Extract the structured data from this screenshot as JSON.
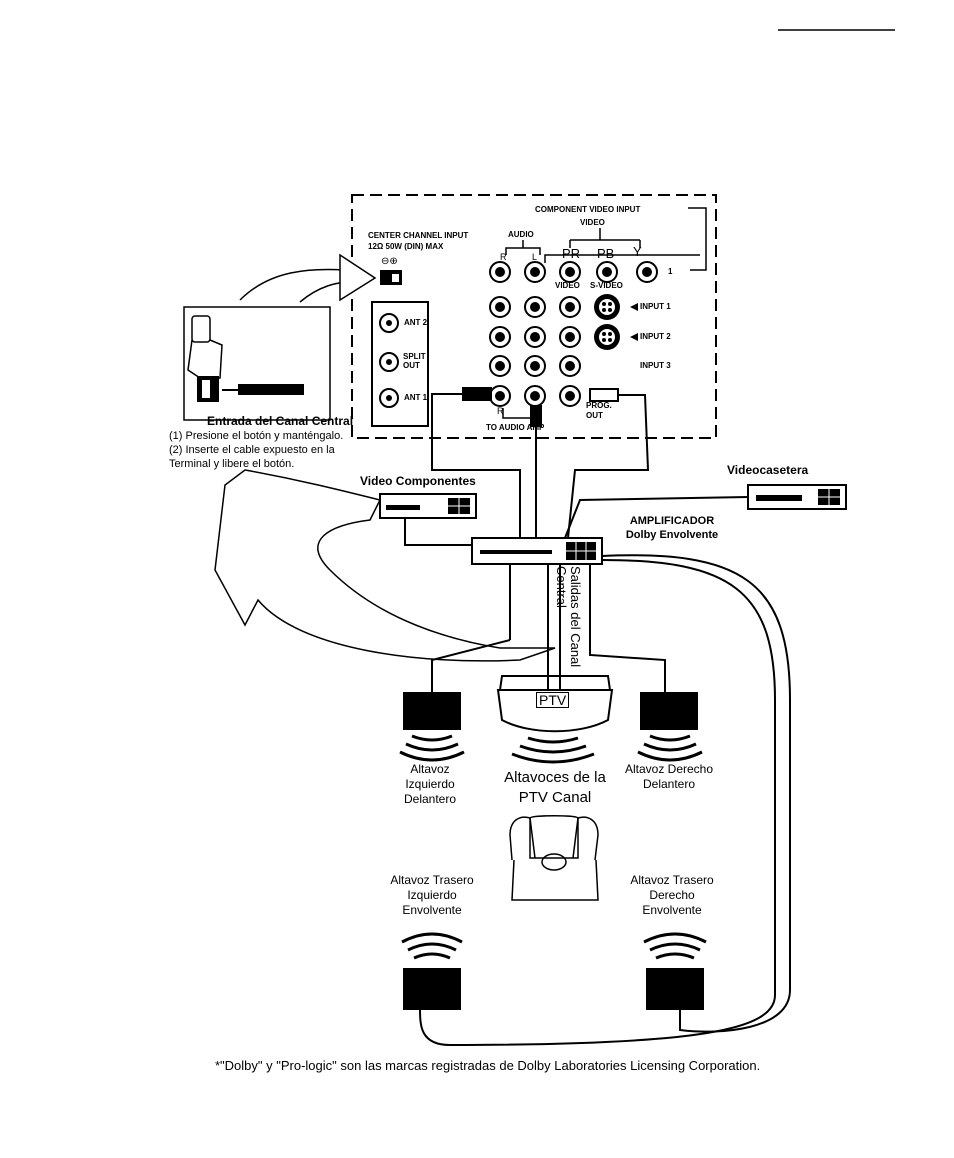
{
  "panel": {
    "component_video_input": "COMPONENT VIDEO INPUT",
    "video": "VIDEO",
    "audio": "AUDIO",
    "center_channel_input": "CENTER CHANNEL INPUT",
    "center_channel_spec": "12Ω  50W  (DIN) MAX",
    "polarity": "⊖⊕",
    "pr": "PR",
    "pb": "PB",
    "y": "Y",
    "r": "R",
    "l": "L",
    "one": "1",
    "video_jack": "VIDEO",
    "s_video": "S-VIDEO",
    "input1": "INPUT 1",
    "input2": "INPUT 2",
    "input3": "INPUT 3",
    "ant2": "ANT 2",
    "split_out": "SPLIT OUT",
    "ant1": "ANT 1",
    "prog_out": "PROG. OUT",
    "to_audio_amp": "TO AUDIO AMP",
    "r_bottom": "R"
  },
  "inset": {
    "title": "Entrada del Canal Central",
    "step1": "(1) Presione el botón y manténgalo.",
    "step2": "(2) Inserte el cable expuesto en la Terminal y libere el botón."
  },
  "devices": {
    "video_components": "Video Componentes",
    "vcr": "Videocasetera",
    "amplifier": "AMPLIFICADOR",
    "amplifier_sub": "Dolby Envolvente",
    "center_outputs": "Salidas del Canal Central",
    "ptv_logo": "PTV"
  },
  "speakers": {
    "front_left": "Altavoz Izquierdo Delantero",
    "front_right": "Altavoz Derecho Delantero",
    "ptv_channel": "Altavoces de la PTV Canal",
    "rear_left": "Altavoz Trasero Izquierdo Envolvente",
    "rear_right": "Altavoz Trasero Derecho Envolvente"
  },
  "footnote": "*\"Dolby\"  y  \"Pro-logic\" son las marcas registradas de Dolby Laboratories Licensing Corporation."
}
